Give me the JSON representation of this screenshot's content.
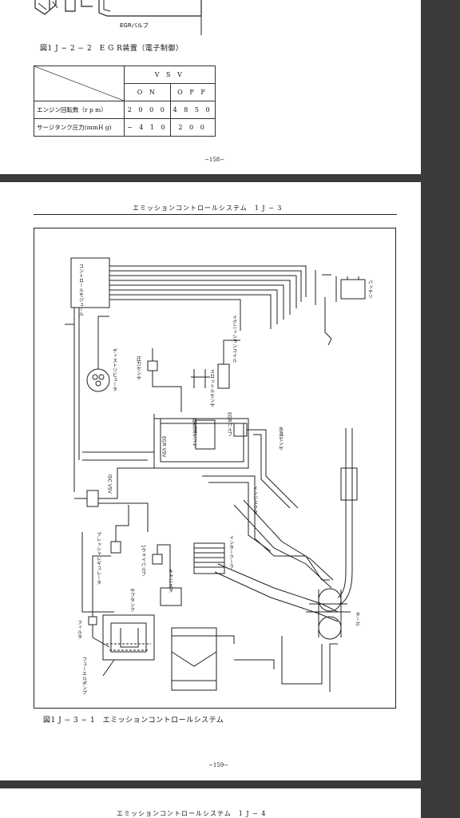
{
  "page1": {
    "figure_fragment_label": "EGRバルブ",
    "figure_caption": "図1 J − 2 − 2　E G R装置（電子制御）",
    "table": {
      "header_group": "V S V",
      "columns": [
        "O N",
        "O F F"
      ],
      "rows": [
        {
          "label": "エンジン回転数（r p m）",
          "on": "2 0 0 0",
          "off": "4 8 5 0"
        },
        {
          "label": "サージタンク圧力(mmH g)",
          "on": "− 4 1 0",
          "off": "2 0 0"
        }
      ]
    },
    "page_number": "−158−"
  },
  "page2": {
    "running_head": "エミッションコントロールシステム　1 J − 3",
    "diagram_labels": {
      "control_module": "コントロールモジュール",
      "battery": "バッテリ",
      "distributor": "ディストリビュータ",
      "ignition_coil": "イグニッションコイル",
      "pressure_sensor": "圧力センサ",
      "throttle_sensor": "スロットルセンサ",
      "egr_valve": "EGRバルブ",
      "intake_temp_sensor": "吸気温センサ",
      "water_temp_sensor": "水温センサ",
      "egr_vsv": "EGR VSV",
      "isc_vsv": "ISC VSV",
      "injector": "インジェクタ",
      "intercooler": "インタークーラ",
      "pressure_regulator": "プレッシャレギュレータ",
      "one_way_valve": "1ウェイバルブ",
      "canister": "キャニスタ",
      "sub_tank": "サブタンク",
      "filter": "フィルタ",
      "fuel_pump": "フューエルポンプ",
      "turbo": "ターボ"
    },
    "figure_caption": "図1 J − 3 − 1　エミッションコントロールシステム",
    "page_number": "−159−"
  },
  "page3": {
    "running_head": "エミッションコントロールシステム　1 J − 4"
  }
}
